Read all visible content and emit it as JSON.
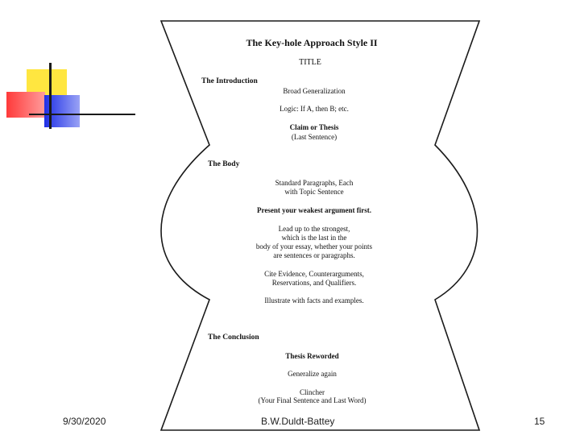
{
  "slide": {
    "date": "9/30/2020",
    "author": "B.W.Duldt-Battey",
    "page_number": "15"
  },
  "diagram": {
    "heading": "The Key-hole Approach Style II",
    "title_label": "TITLE",
    "introduction": {
      "label": "The Introduction",
      "items": [
        "Broad Generalization",
        "Logic: If A, then B; etc.",
        "Claim or Thesis",
        "(Last Sentence)"
      ]
    },
    "body": {
      "label": "The Body",
      "items": [
        "Standard Paragraphs, Each",
        "with Topic Sentence",
        "Present your weakest argument first.",
        "Lead up to the strongest,",
        "which is the last in the",
        "body of your essay, whether your points",
        "are sentences or paragraphs.",
        "Cite Evidence, Counterarguments,",
        "Reservations, and Qualifiers.",
        "Illustrate with facts and examples."
      ]
    },
    "conclusion": {
      "label": "The Conclusion",
      "items": [
        "Thesis Reworded",
        "Generalize again",
        "Clincher",
        "(Your Final Sentence and Last Word)"
      ]
    }
  },
  "colors": {
    "yellow": "#ffe640",
    "red": "#ff3a3a",
    "blue": "#1f2fe6",
    "line": "#1a1a1a"
  }
}
